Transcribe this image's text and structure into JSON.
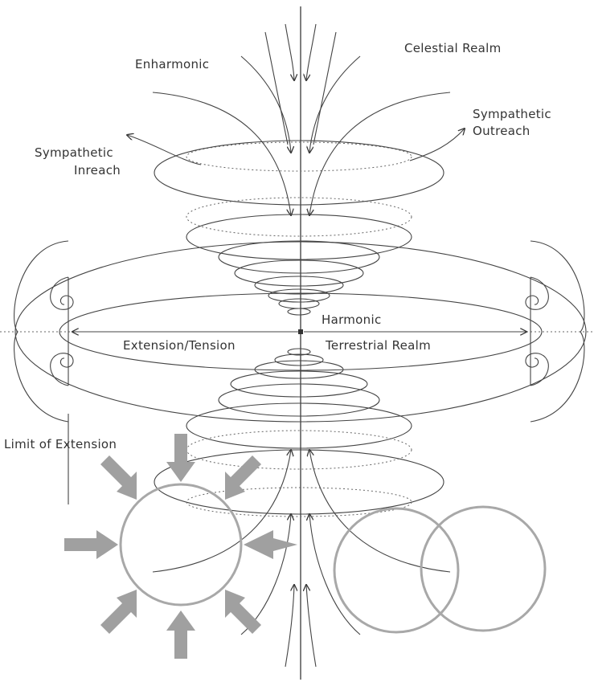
{
  "labels": {
    "enharmonic": "Enharmonic",
    "celestial_realm": "Celestial Realm",
    "sympathetic_outreach_1": "Sympathetic",
    "sympathetic_outreach_2": "Outreach",
    "sympathetic_inreach_1": "Sympathetic",
    "sympathetic_inreach_2": "Inreach",
    "harmonic": "Harmonic",
    "extension_tension": "Extension/Tension",
    "terrestrial_realm": "Terrestrial Realm",
    "limit_of_extension": "Limit of Extension"
  },
  "colors": {
    "ink": "#3a3a3a",
    "grey_shapes": "#a0a0a0"
  }
}
